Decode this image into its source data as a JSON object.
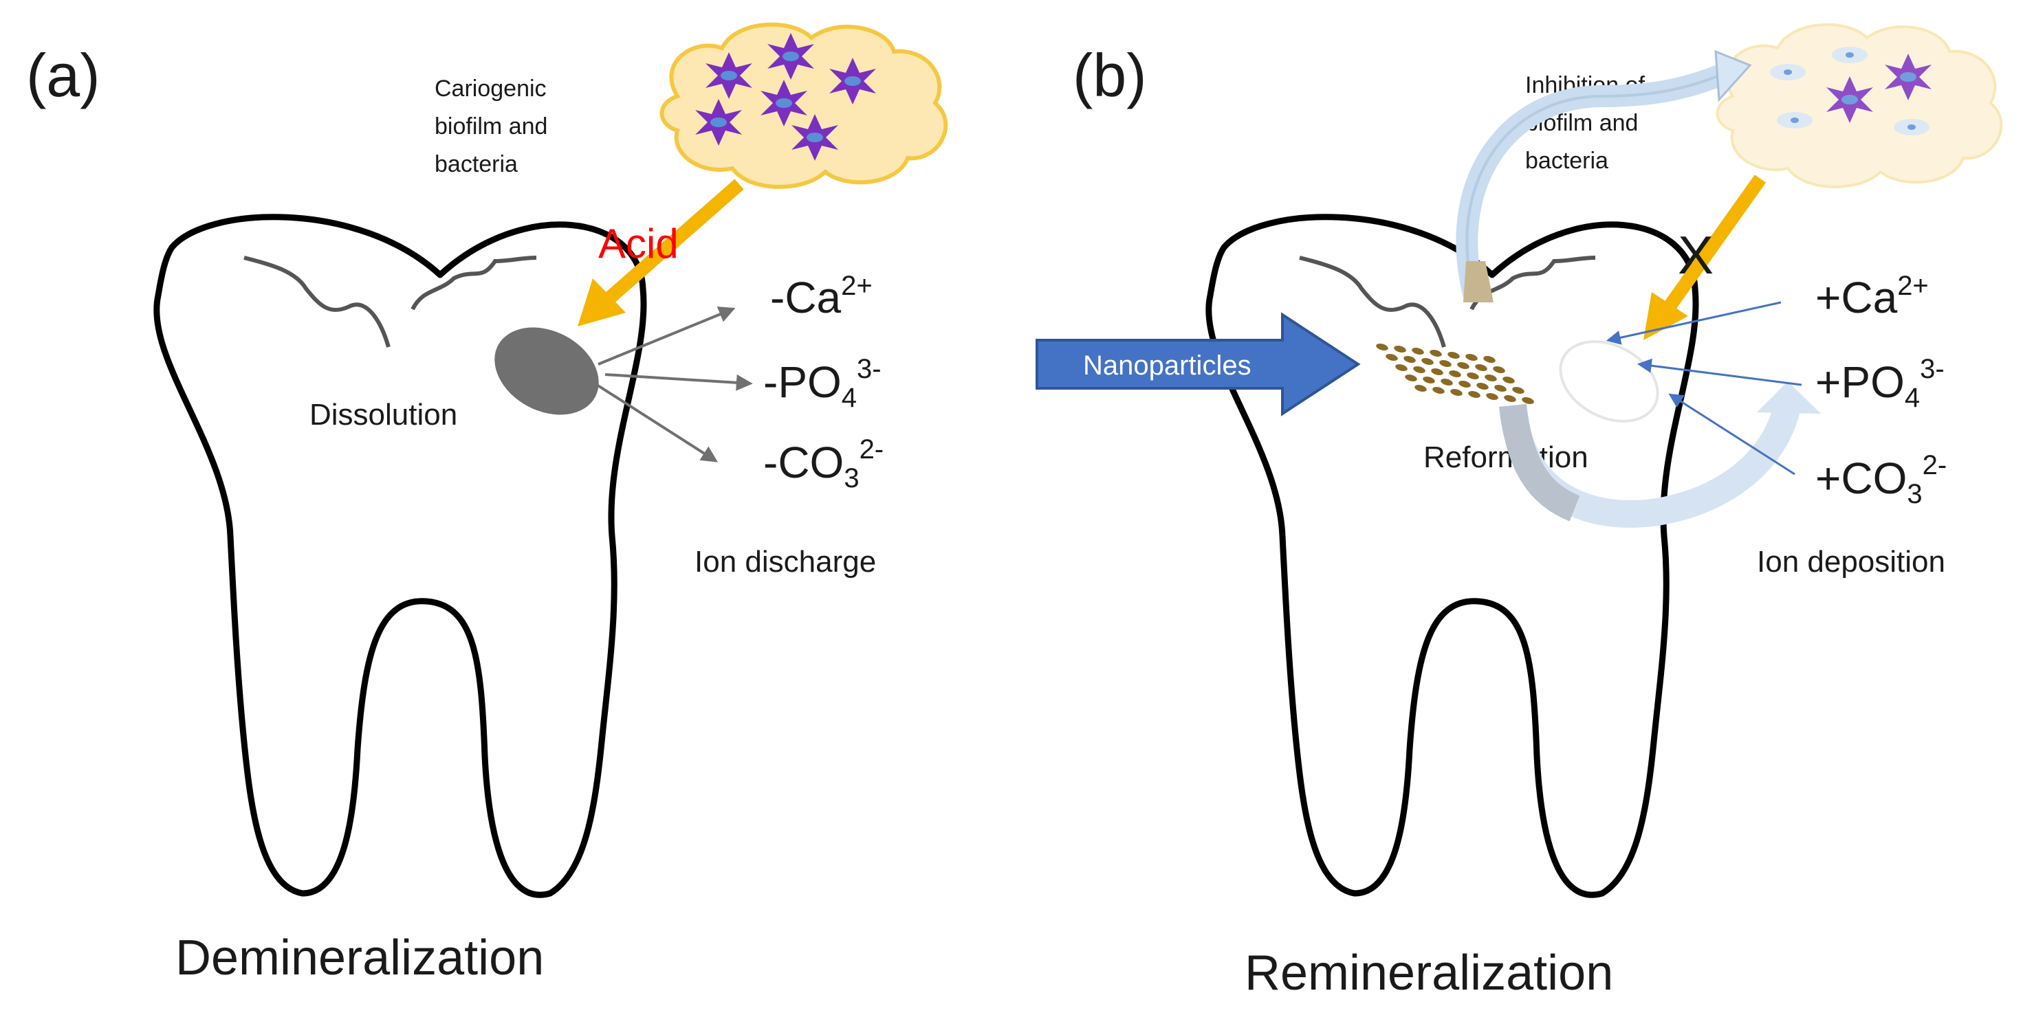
{
  "panel_a": {
    "label": "(a)",
    "biofilm_label": [
      "Cariogenic",
      "biofilm and",
      "bacteria"
    ],
    "acid_label": "Acid",
    "lesion_label": "Dissolution",
    "ions": [
      {
        "sign": "-",
        "base": "Ca",
        "sub": "",
        "charge": "2+"
      },
      {
        "sign": "-",
        "base": "PO",
        "sub": "4",
        "charge": "3-"
      },
      {
        "sign": "-",
        "base": "CO",
        "sub": "3",
        "charge": "2-"
      }
    ],
    "ion_caption": "Ion discharge",
    "title": "Demineralization"
  },
  "panel_b": {
    "label": "(b)",
    "biofilm_label": [
      "Inhibition of",
      "biofilm and",
      "bacteria"
    ],
    "nanoparticles_label": "Nanoparticles",
    "blocked_mark": "X",
    "lesion_label": "Reformation",
    "ions": [
      {
        "sign": "+",
        "base": "Ca",
        "sub": "",
        "charge": "2+"
      },
      {
        "sign": "+",
        "base": "PO",
        "sub": "4",
        "charge": "3-"
      },
      {
        "sign": "+",
        "base": "CO",
        "sub": "3",
        "charge": "2-"
      }
    ],
    "ion_caption": "Ion deposition",
    "title": "Remineralization"
  },
  "colors": {
    "acid_arrow": "#f4b400",
    "acid_text": "#ff0000",
    "biofilm_fill": "#fde8b3",
    "biofilm_stroke": "#f5c842",
    "bacteria": "#7b2fbe",
    "lesion": "#707070",
    "nano_arrow": "#4472c4",
    "deposit_arrow": "#4472c4",
    "nanoparticle": "#8a6a22"
  }
}
